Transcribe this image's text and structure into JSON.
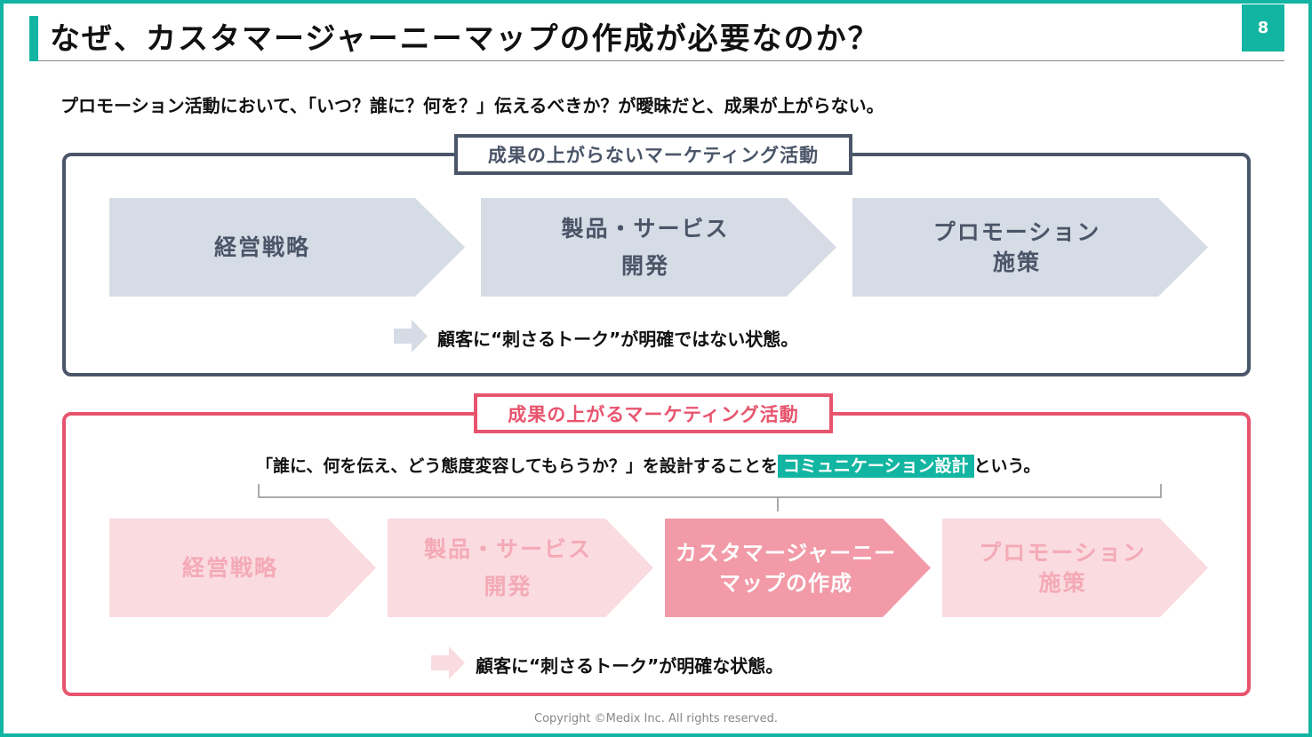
{
  "title": "なぜ、カスタマージャーニーマップの作成が必要なのか？",
  "page_number": "8",
  "lead": "プロモーション活動において、「いつ？誰に？何を？」伝えるべきか？が曖昧だと、成果が上がらない。",
  "bad": {
    "label": "成果の上がらないマーケティング活動",
    "steps": [
      {
        "line1": "経営戦略",
        "line2": ""
      },
      {
        "line1": "製品・サービス",
        "line2": "開発"
      },
      {
        "line1": "プロモーション",
        "line2": "施策"
      }
    ],
    "result": "顧客に“刺さるトーク”が明確ではない状態。"
  },
  "good": {
    "label": "成果の上がるマーケティング活動",
    "note_pre": "「誰に、何を伝え、どう態度変容してもらうか？」を設計することを",
    "note_highlight": "コミュニケーション設計",
    "note_post": "という。",
    "steps": [
      {
        "line1": "経営戦略",
        "line2": ""
      },
      {
        "line1": "製品・サービス",
        "line2": "開発"
      },
      {
        "line1": "カスタマージャーニー",
        "line2": "マップの作成"
      },
      {
        "line1": "プロモーション",
        "line2": "施策"
      }
    ],
    "result": "顧客に“刺さるトーク”が明確な状態。"
  },
  "copyright": "Copyright ©Medix Inc. All rights reserved.",
  "colors": {
    "teal": "#12b5a1",
    "navy": "#4a5568",
    "red": "#e8546e",
    "grey_chevron": "#d6dce5",
    "pink_light": "#fadbe0",
    "pink_strong": "#f29aa7"
  }
}
